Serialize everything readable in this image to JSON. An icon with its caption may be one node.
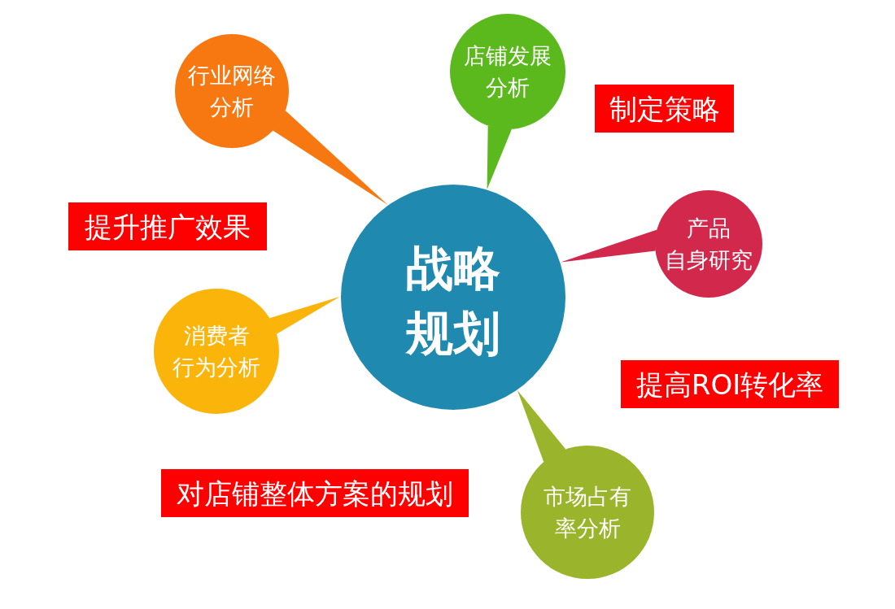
{
  "diagram": {
    "nodes": [
      {
        "text": [
          "行业网络分析"
        ]
      },
      {
        "text": [
          "店铺发展分析"
        ]
      },
      {
        "text": [
          "制定策略"
        ]
      },
      {
        "text": [
          "提升推广效果"
        ]
      },
      {
        "text": [
          "战略规划"
        ]
      },
      {
        "text": [
          "产品自身研究"
        ]
      },
      {
        "text": [
          "消费者行为分析"
        ]
      },
      {
        "text": [
          "提高ROI转化率"
        ]
      },
      {
        "text": [
          "对店铺整体方案的规划"
        ]
      },
      {
        "text": [
          "市场占有率分析"
        ]
      }
    ],
    "edges": [
      {
        "from": 0,
        "to": 4,
        "arrow": "none",
        "color": "#f77811"
      },
      {
        "from": 1,
        "to": 4,
        "arrow": "none",
        "color": "#5cb91d"
      },
      {
        "from": 5,
        "to": 4,
        "arrow": "none",
        "color": "#d2284c"
      },
      {
        "from": 6,
        "to": 4,
        "arrow": "none",
        "color": "#fbb40a"
      },
      {
        "from": 9,
        "to": 4,
        "arrow": "none",
        "color": "#9ab52b"
      }
    ]
  }
}
